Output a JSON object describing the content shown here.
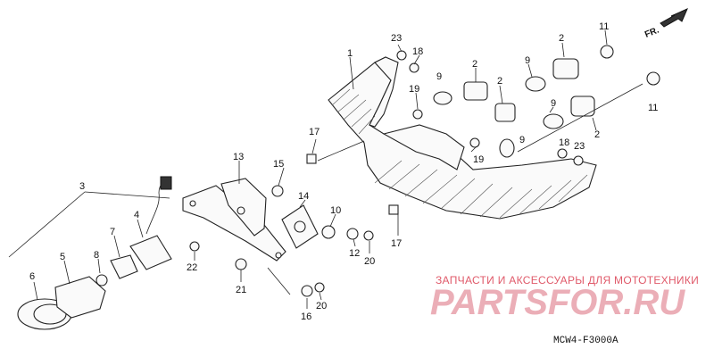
{
  "diagram": {
    "code": "MCW4-F3000A",
    "direction_label": "FR.",
    "callouts": {
      "c1": "1",
      "c2a": "2",
      "c2b": "2",
      "c2c": "2",
      "c2d": "2",
      "c3": "3",
      "c4": "4",
      "c5": "5",
      "c6": "6",
      "c7": "7",
      "c8": "8",
      "c9a": "9",
      "c9b": "9",
      "c9c": "9",
      "c9d": "9",
      "c10": "10",
      "c11a": "11",
      "c11b": "11",
      "c12": "12",
      "c13": "13",
      "c14": "14",
      "c15": "15",
      "c16": "16",
      "c17a": "17",
      "c17b": "17",
      "c18a": "18",
      "c18b": "18",
      "c19a": "19",
      "c19b": "19",
      "c20a": "20",
      "c20b": "20",
      "c21": "21",
      "c22": "22",
      "c23a": "23",
      "c23b": "23"
    }
  },
  "watermark": {
    "tagline": "ЗАПЧАСТИ И АКСЕССУАРЫ ДЛЯ МОТОТЕХНИКИ",
    "brand": "PARTSFOR.RU"
  }
}
